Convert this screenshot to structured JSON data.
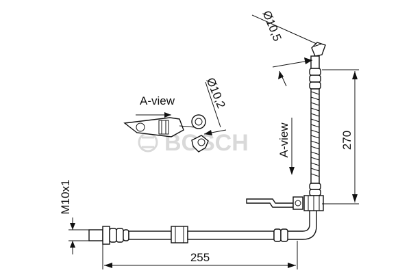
{
  "dimensions": {
    "diameter_top": "Ø10,5",
    "diameter_mid": "Ø10,2",
    "vertical_length": "270",
    "horizontal_length": "255",
    "thread": "M10x1"
  },
  "labels": {
    "a_view_left": "A-view",
    "a_view_right": "A-view"
  },
  "watermark": {
    "brand": "BOSCH"
  },
  "colors": {
    "line": "#111111",
    "watermark": "#d9d9d9",
    "background": "#ffffff"
  }
}
